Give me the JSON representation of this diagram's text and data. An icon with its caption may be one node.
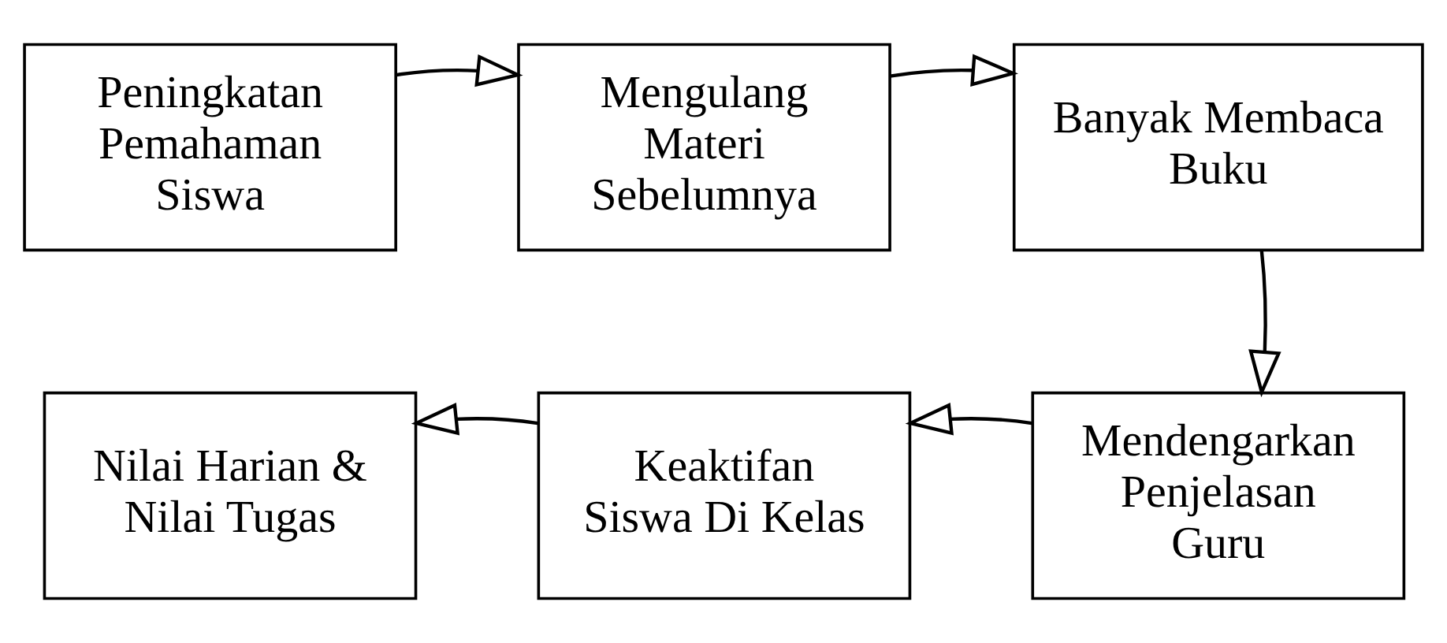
{
  "diagram": {
    "nodes": [
      {
        "text": [
          "Peningkatan Pemahaman Siswa"
        ]
      },
      {
        "text": [
          "Mengulang Materi Sebelumnya"
        ]
      },
      {
        "text": [
          "Banyak Membaca Buku"
        ]
      },
      {
        "text": [
          "Mendengarkan Penjelasan Guru"
        ]
      },
      {
        "text": [
          "Keaktifan Siswa Di Kelas"
        ]
      },
      {
        "text": [
          "Nilai Harian & Nilai Tugas"
        ]
      }
    ],
    "edges": [
      {
        "from": 0,
        "to": 1,
        "arrow": "to"
      },
      {
        "from": 1,
        "to": 2,
        "arrow": "to"
      },
      {
        "from": 2,
        "to": 3,
        "arrow": "to"
      },
      {
        "from": 3,
        "to": 4,
        "arrow": "to"
      },
      {
        "from": 4,
        "to": 5,
        "arrow": "to"
      }
    ]
  }
}
